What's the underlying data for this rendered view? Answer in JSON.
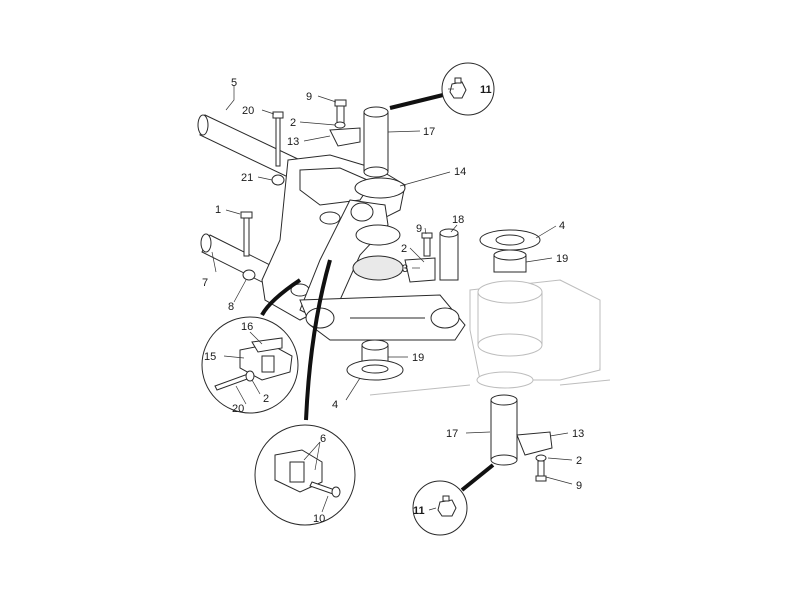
{
  "callouts": [
    {
      "id": "c5",
      "text": "5"
    },
    {
      "id": "c20a",
      "text": "20"
    },
    {
      "id": "c9a",
      "text": "9"
    },
    {
      "id": "c2a",
      "text": "2"
    },
    {
      "id": "c13a",
      "text": "13"
    },
    {
      "id": "c17a",
      "text": "17"
    },
    {
      "id": "c11a",
      "text": "11"
    },
    {
      "id": "c21",
      "text": "21"
    },
    {
      "id": "c14",
      "text": "14"
    },
    {
      "id": "c1",
      "text": "1"
    },
    {
      "id": "c7",
      "text": "7"
    },
    {
      "id": "c8",
      "text": "8"
    },
    {
      "id": "c9b",
      "text": "9"
    },
    {
      "id": "c18",
      "text": "18"
    },
    {
      "id": "c2b",
      "text": "2"
    },
    {
      "id": "c3",
      "text": "3"
    },
    {
      "id": "c4a",
      "text": "4"
    },
    {
      "id": "c19a",
      "text": "19"
    },
    {
      "id": "c16",
      "text": "16"
    },
    {
      "id": "c15",
      "text": "15"
    },
    {
      "id": "c2c",
      "text": "2"
    },
    {
      "id": "c20b",
      "text": "20"
    },
    {
      "id": "c19b",
      "text": "19"
    },
    {
      "id": "c4b",
      "text": "4"
    },
    {
      "id": "c6",
      "text": "6"
    },
    {
      "id": "c10",
      "text": "10"
    },
    {
      "id": "c17b",
      "text": "17"
    },
    {
      "id": "c13b",
      "text": "13"
    },
    {
      "id": "c2d",
      "text": "2"
    },
    {
      "id": "c9c",
      "text": "9"
    },
    {
      "id": "c11b",
      "text": "11"
    }
  ]
}
